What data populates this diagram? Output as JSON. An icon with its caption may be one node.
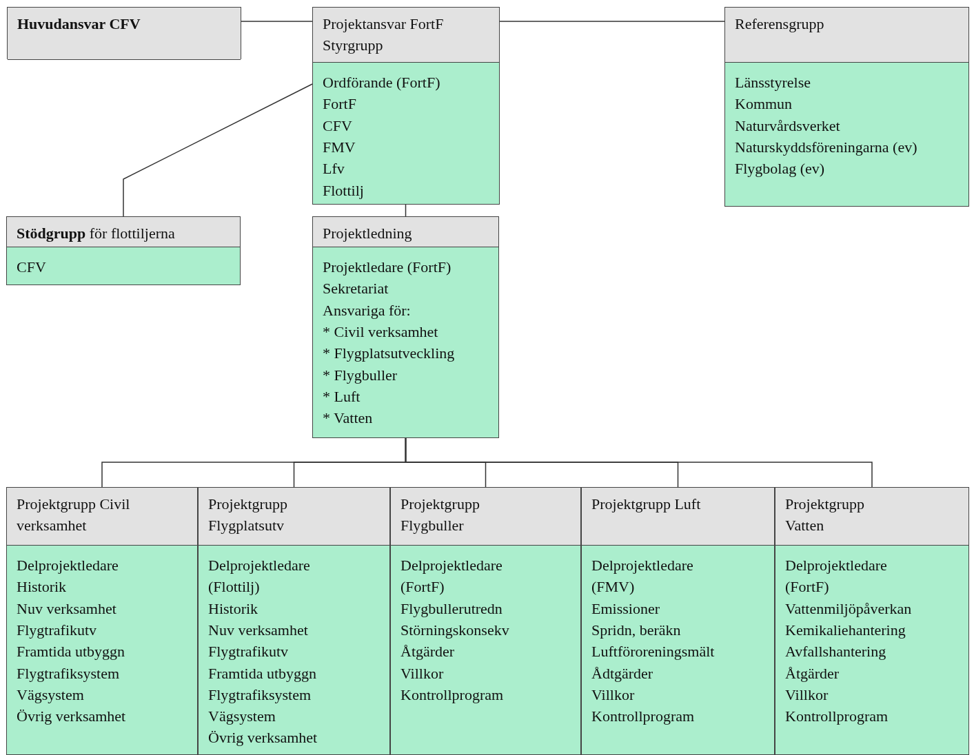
{
  "diagram": {
    "nodes": [
      {
        "text": [
          "Huvudansvar CFV"
        ]
      },
      {
        "text": [
          "Projektansvar FortF Styrgrupp",
          "Ordförande (FortF)",
          "FortF",
          "CFV",
          "FMV",
          "Lfv",
          "Flottilj"
        ]
      },
      {
        "text": [
          "Referensgrupp",
          "Länsstyrelse",
          "Kommun",
          "Naturvårdsverket",
          "Naturskyddsföreningarna (ev)",
          "Flygbolag (ev)"
        ]
      },
      {
        "text": [
          "**Stödgrupp** för flottiljerna",
          "CFV"
        ]
      },
      {
        "text": [
          "Projektledning",
          "Projektledare (FortF)",
          "Sekretariat",
          "Ansvariga för:",
          "* Civil verksamhet",
          "* Flygplatsutveckling",
          "* Flygbuller",
          "* Luft",
          "* Vatten"
        ]
      },
      {
        "text": [
          "Projektgrupp Civil verksamhet",
          "Delprojektledare",
          "Historik",
          "Nuv verksamhet",
          "Flygtrafikutv",
          "Framtida utbyggn",
          "Flygtrafiksystem",
          "Vägsystem",
          "Övrig verksamhet"
        ]
      },
      {
        "text": [
          "Projektgrupp Flygplatsutv",
          "Delprojektledare",
          "(Flottilj)",
          "Historik",
          "Nuv verksamhet",
          "Flygtrafikutv",
          "Framtida utbyggn",
          "Flygtrafiksystem",
          "Vägsystem",
          "Övrig verksamhet"
        ]
      },
      {
        "text": [
          "Projektgrupp Flygbuller",
          "Delprojektledare",
          "(FortF)",
          "Flygbullerutredn",
          "Störningskonsekv",
          "Åtgärder",
          "Villkor",
          "Kontrollprogram"
        ]
      },
      {
        "text": [
          "Projektgrupp Luft",
          "Delprojektledare",
          "(FMV)",
          "Emissioner",
          "Spridn, beräkn",
          "Luftföroreningsmält",
          "Ådtgärder",
          "Villkor",
          "Kontrollprogram"
        ]
      },
      {
        "text": [
          "Projektgrupp Vatten",
          "Delprojektledare",
          "(FortF)",
          "Vattenmiljöpåverkan",
          "Kemikaliehantering",
          "Avfallshantering",
          "Åtgärder",
          "Villkor",
          "Kontrollprogram"
        ]
      }
    ],
    "edges": [
      {
        "from": 0,
        "to": 1,
        "arrow": "none"
      },
      {
        "from": 1,
        "to": 2,
        "arrow": "none"
      },
      {
        "from": 1,
        "to": 3,
        "arrow": "none"
      },
      {
        "from": 1,
        "to": 4,
        "arrow": "none"
      },
      {
        "from": 4,
        "to": 5,
        "arrow": "none"
      },
      {
        "from": 4,
        "to": 6,
        "arrow": "none"
      },
      {
        "from": 4,
        "to": 7,
        "arrow": "none"
      },
      {
        "from": 4,
        "to": 8,
        "arrow": "none"
      },
      {
        "from": 4,
        "to": 9,
        "arrow": "none"
      }
    ]
  }
}
